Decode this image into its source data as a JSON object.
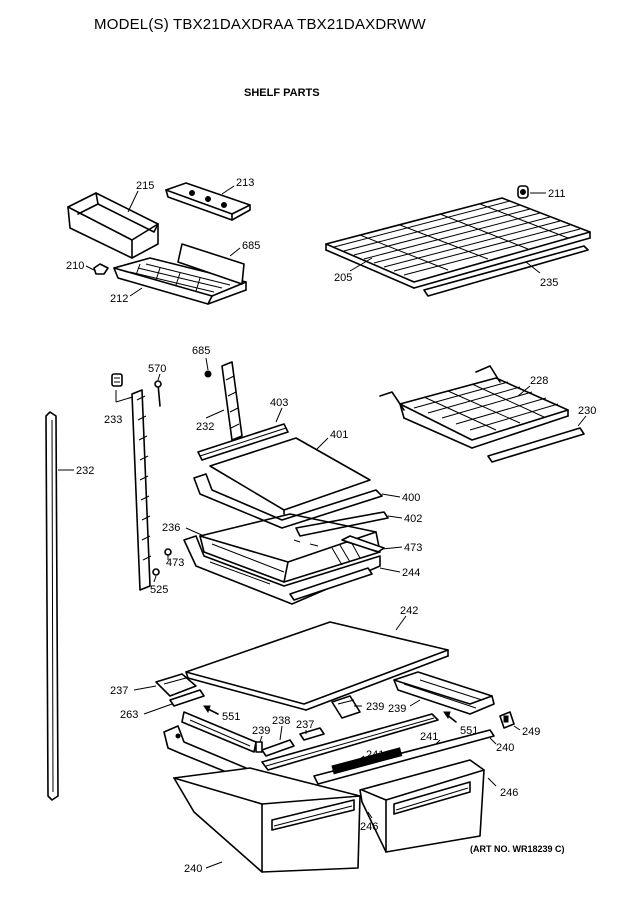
{
  "header": {
    "title": "MODEL(S) TBX21DAXDRAA  TBX21DAXDRWW",
    "subtitle": "SHELF PARTS"
  },
  "footer": {
    "art_number": "(ART NO. WR18239 C)"
  },
  "callouts": {
    "c215": "215",
    "c213": "213",
    "c211": "211",
    "c685a": "685",
    "c210": "210",
    "c212": "212",
    "c205": "205",
    "c235": "235",
    "c685b": "685",
    "c570": "570",
    "c233": "233",
    "c232a": "232",
    "c403": "403",
    "c228": "228",
    "c230": "230",
    "c401": "401",
    "c232b": "232",
    "c400": "400",
    "c402": "402",
    "c236": "236",
    "c473a": "473",
    "c473b": "473",
    "c244": "244",
    "c525": "525",
    "c242": "242",
    "c237a": "237",
    "c263": "263",
    "c551a": "551",
    "c238": "238",
    "c237b": "237",
    "c239a": "239",
    "c239b": "239",
    "c239c": "239",
    "c249": "249",
    "c551b": "551",
    "c241a": "241",
    "c241b": "241",
    "c240a": "240",
    "c246a": "246",
    "c246b": "246",
    "c240b": "240"
  }
}
